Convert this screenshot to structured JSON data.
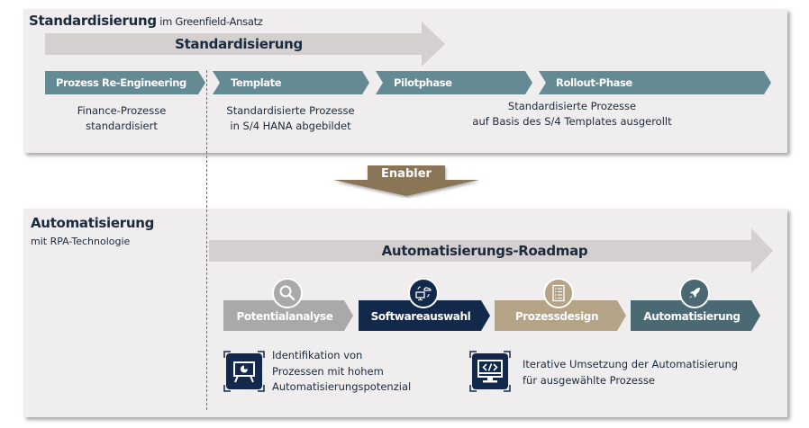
{
  "colors": {
    "panel_bg": "#efeded",
    "chevron_teal": "#648a94",
    "arrow_gray": "#d4d0cf",
    "enabler_brown": "#8a7556",
    "step_gray": "#a9a9a9",
    "step_navy": "#13294b",
    "step_tan": "#b4a386",
    "step_teal": "#4a6973",
    "text_navy": "#1b2a3e"
  },
  "standardisierung": {
    "title_bold": "Standardisierung",
    "title_rest": " im Greenfield-Ansatz",
    "arrow_label": "Standardisierung",
    "phases": [
      {
        "label": "Prozess Re-Engineering"
      },
      {
        "label": "Template"
      },
      {
        "label": "Pilotphase"
      },
      {
        "label": "Rollout-Phase"
      }
    ],
    "descriptions": [
      {
        "line1": "Finance-Prozesse",
        "line2": "standardisiert"
      },
      {
        "line1": "Standardisierte Prozesse",
        "line2": "in S/4 HANA abgebildet"
      },
      {
        "line1": "Standardisierte Prozesse",
        "line2": "auf Basis des S/4 Templates ausgerollt"
      }
    ]
  },
  "enabler": {
    "label": "Enabler"
  },
  "automatisierung": {
    "title": "Automatisierung",
    "subtitle": "mit RPA-Technologie",
    "arrow_label": "Automatisierungs-Roadmap",
    "steps": [
      {
        "label": "Potentialanalyse",
        "icon": "search-icon"
      },
      {
        "label": "Softwareauswahl",
        "icon": "cloud-computer-icon"
      },
      {
        "label": "Prozessdesign",
        "icon": "checklist-icon"
      },
      {
        "label": "Automatisierung",
        "icon": "rocket-icon"
      }
    ],
    "features": [
      {
        "icon": "presentation-chart-icon",
        "lines": [
          "Identifikation von",
          "Prozessen mit hohem",
          "Automatisierungspotenzial"
        ]
      },
      {
        "icon": "code-monitor-icon",
        "lines": [
          "Iterative Umsetzung der Automatisierung",
          "für ausgewählte Prozesse"
        ]
      }
    ]
  }
}
